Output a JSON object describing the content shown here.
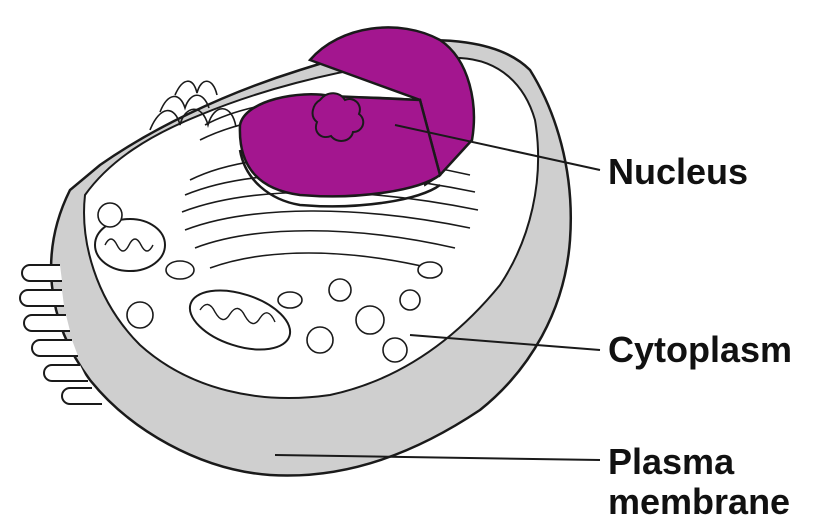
{
  "labels": {
    "nucleus": "Nucleus",
    "cytoplasm": "Cytoplasm",
    "plasma_line1": "Plasma",
    "plasma_line2": "membrane"
  },
  "colors": {
    "nucleus": "#a3168f",
    "nucleus_dark": "#7a0f6b",
    "membrane": "#cfcfcf",
    "outline": "#1a1a1a",
    "background": "#ffffff"
  }
}
